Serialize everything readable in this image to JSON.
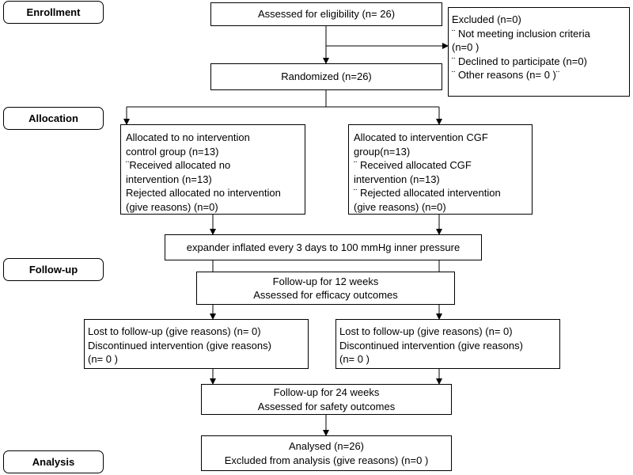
{
  "stages": {
    "enrollment": "Enrollment",
    "allocation": "Allocation",
    "followup": "Follow-up",
    "analysis": "Analysis"
  },
  "assessed": "Assessed for eligibility (n= 26)",
  "excluded": {
    "lines": [
      "Excluded  (n=0)",
      "¨   Not meeting inclusion criteria",
      "(n=0 )",
      "¨   Declined to participate (n=0)",
      "¨   Other reasons (n= 0 )¨"
    ]
  },
  "randomized": "Randomized (n=26)",
  "control": {
    "lines": [
      "Allocated to no intervention",
      "control group (n=13)",
      "¨Received allocated no",
      "intervention (n=13)",
      "Rejected allocated no intervention",
      "(give reasons) (n=0)"
    ]
  },
  "cgf": {
    "lines": [
      "Allocated to intervention CGF",
      "group(n=13)",
      "¨ Received allocated CGF",
      "intervention (n=13)",
      "¨ Rejected allocated intervention",
      "(give reasons) (n=0)"
    ]
  },
  "expander": "expander inflated every 3 days to 100 mmHg inner pressure",
  "followup12": {
    "line1": "Follow-up for 12 weeks",
    "line2": "Assessed for efficacy outcomes"
  },
  "lost_left": {
    "lines": [
      "Lost to follow-up (give reasons) (n= 0)",
      "Discontinued intervention (give reasons)",
      "(n= 0 )"
    ]
  },
  "lost_right": {
    "lines": [
      "Lost to follow-up (give reasons) (n= 0)",
      "Discontinued intervention (give reasons)",
      "(n= 0 )"
    ]
  },
  "followup24": {
    "line1": "Follow-up for 24 weeks",
    "line2": "Assessed for safety outcomes"
  },
  "analysed": {
    "line1": "Analysed  (n=26)",
    "line2": "Excluded from analysis (give reasons) (n=0 )"
  }
}
